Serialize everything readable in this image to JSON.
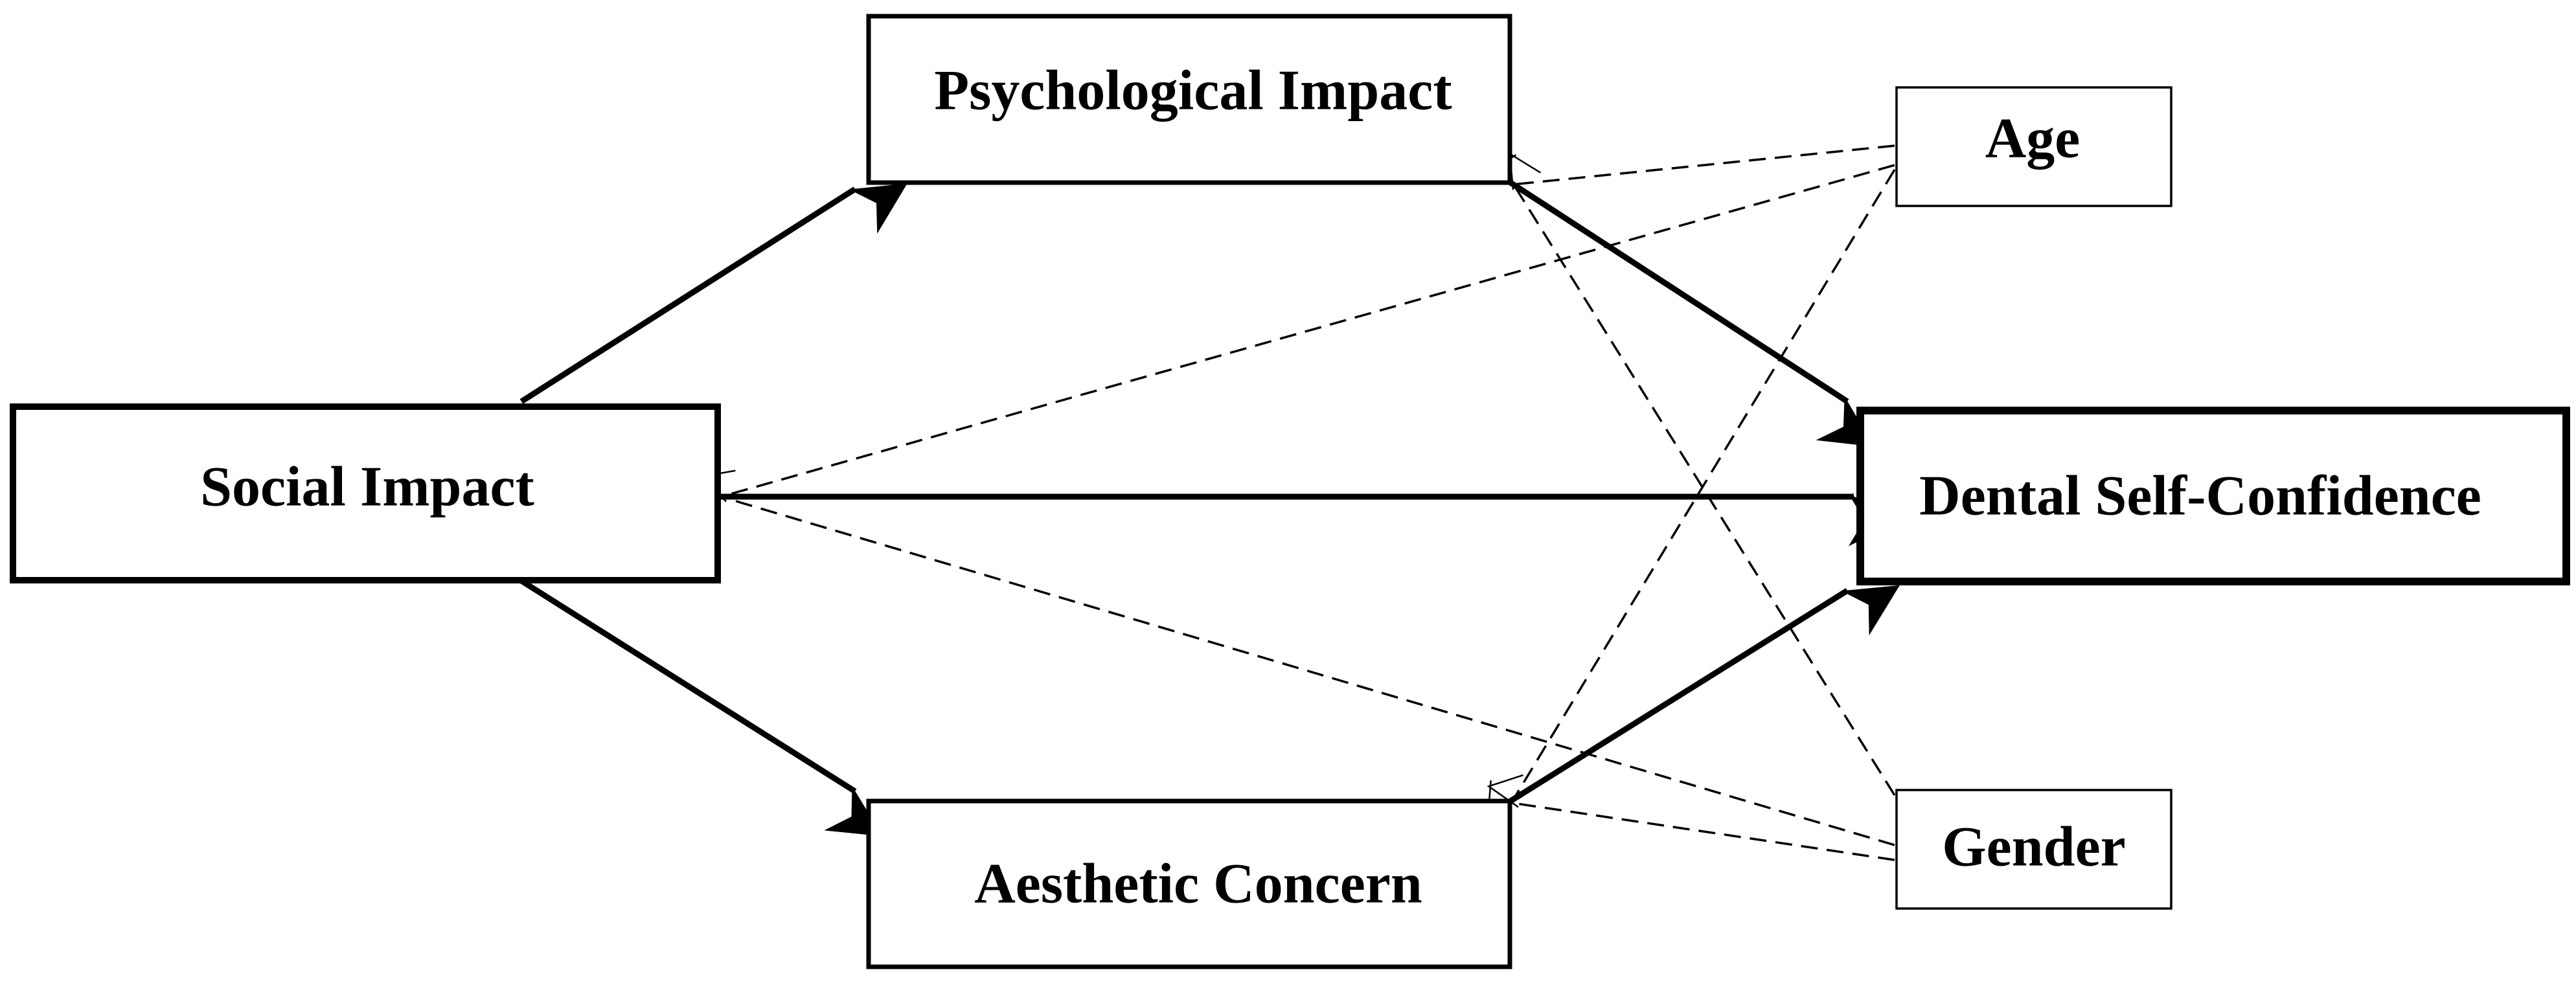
{
  "diagram": {
    "nodes": {
      "social_impact": "Social Impact",
      "psychological_impact": "Psychological Impact",
      "aesthetic_concern": "Aesthetic Concern",
      "dental_self_confidence": "Dental Self-Confidence",
      "age": "Age",
      "gender": "Gender"
    },
    "edges": [
      {
        "from": "social_impact",
        "to": "psychological_impact",
        "style": "solid"
      },
      {
        "from": "social_impact",
        "to": "aesthetic_concern",
        "style": "solid"
      },
      {
        "from": "social_impact",
        "to": "dental_self_confidence",
        "style": "solid"
      },
      {
        "from": "psychological_impact",
        "to": "dental_self_confidence",
        "style": "solid"
      },
      {
        "from": "aesthetic_concern",
        "to": "dental_self_confidence",
        "style": "solid"
      },
      {
        "from": "age",
        "to": "psychological_impact",
        "style": "dashed"
      },
      {
        "from": "age",
        "to": "social_impact",
        "style": "dashed"
      },
      {
        "from": "age",
        "to": "aesthetic_concern",
        "style": "dashed"
      },
      {
        "from": "gender",
        "to": "psychological_impact",
        "style": "dashed"
      },
      {
        "from": "gender",
        "to": "social_impact",
        "style": "dashed"
      },
      {
        "from": "gender",
        "to": "aesthetic_concern",
        "style": "dashed"
      }
    ],
    "colors": {
      "stroke": "#000000",
      "background": "#ffffff"
    }
  }
}
